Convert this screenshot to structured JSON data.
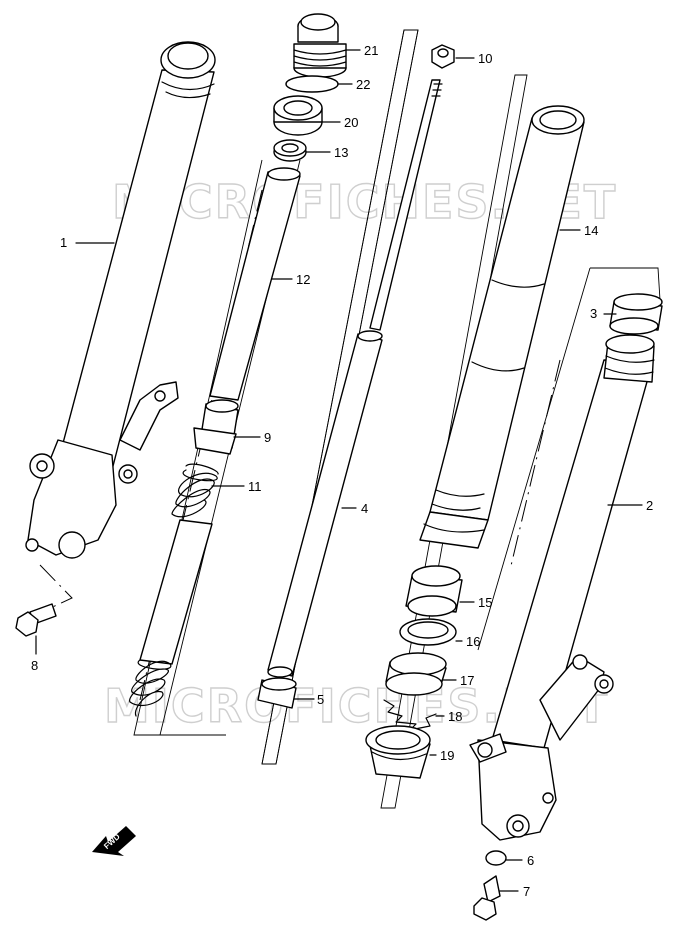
{
  "watermarks": [
    "MICROFICHES.NET",
    "MICROFICHES.NET"
  ],
  "direction_marker": "FWD",
  "callouts": [
    {
      "id": "p1",
      "label": "1"
    },
    {
      "id": "p2",
      "label": "2"
    },
    {
      "id": "p3",
      "label": "3"
    },
    {
      "id": "p4",
      "label": "4"
    },
    {
      "id": "p5",
      "label": "5"
    },
    {
      "id": "p6",
      "label": "6"
    },
    {
      "id": "p7",
      "label": "7"
    },
    {
      "id": "p8",
      "label": "8"
    },
    {
      "id": "p9",
      "label": "9"
    },
    {
      "id": "p10",
      "label": "10"
    },
    {
      "id": "p11",
      "label": "11"
    },
    {
      "id": "p12",
      "label": "12"
    },
    {
      "id": "p13",
      "label": "13"
    },
    {
      "id": "p14",
      "label": "14"
    },
    {
      "id": "p15",
      "label": "15"
    },
    {
      "id": "p16",
      "label": "16"
    },
    {
      "id": "p17",
      "label": "17"
    },
    {
      "id": "p18",
      "label": "18"
    },
    {
      "id": "p19",
      "label": "19"
    },
    {
      "id": "p20",
      "label": "20"
    },
    {
      "id": "p21",
      "label": "21"
    },
    {
      "id": "p22",
      "label": "22"
    }
  ]
}
